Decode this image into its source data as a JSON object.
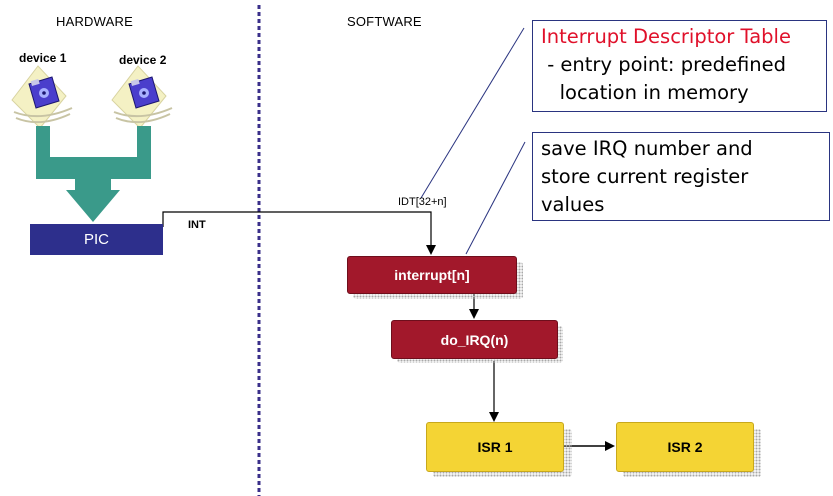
{
  "sections": {
    "hardware": "HARDWARE",
    "software": "SOFTWARE"
  },
  "devices": [
    {
      "label": "device 1",
      "icon": "floppy-disk-icon"
    },
    {
      "label": "device 2",
      "icon": "floppy-disk-icon"
    }
  ],
  "pic": {
    "label": "PIC"
  },
  "signals": {
    "int_label": "INT",
    "idt_label": "IDT[32+n]"
  },
  "flow": {
    "interrupt": "interrupt[n]",
    "do_irq": "do_IRQ(n)",
    "isr1": "ISR 1",
    "isr2": "ISR 2"
  },
  "callouts": {
    "idt": {
      "title": "Interrupt Descriptor Table",
      "line1": " - entry point: predefined",
      "line2": "   location in memory"
    },
    "save": {
      "line1": "save IRQ number and",
      "line2": "store current register",
      "line3": "values"
    }
  },
  "colors": {
    "pic_blue": "#2d2f8c",
    "funnel_teal": "#3a9a8a",
    "function_red": "#a2182b",
    "isr_yellow": "#f4d434",
    "callout_title_red": "#e0102a",
    "divider_purple": "#3a2f8a"
  }
}
